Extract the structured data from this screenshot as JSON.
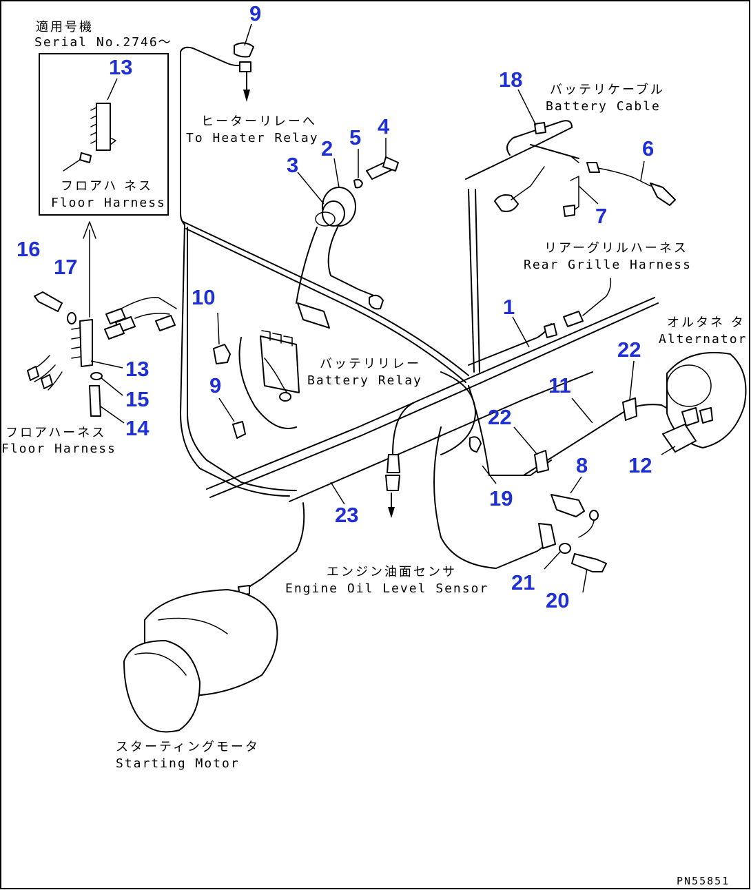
{
  "inset": {
    "serial_jp": "適用号機",
    "serial_en": "Serial No.2746～",
    "callout": "13",
    "label_jp": "フロアハ ネス",
    "label_en": "Floor Harness"
  },
  "labels": {
    "heater_relay_jp": "ヒーターリレーへ",
    "heater_relay_en": "To Heater Relay",
    "battery_cable_jp": "バッテリケーブル",
    "battery_cable_en": "Battery Cable",
    "rear_grille_jp": "リアーグリルハーネス",
    "rear_grille_en": "Rear Grille Harness",
    "alternator_jp": "オルタネ タ",
    "alternator_en": "Alternator",
    "battery_relay_jp": "バッテリリレー",
    "battery_relay_en": "Battery Relay",
    "floor_harness_jp": "フロアハーネス",
    "floor_harness_en": "Floor Harness",
    "oil_sensor_jp": "エンジン油面センサ",
    "oil_sensor_en": "Engine Oil Level Sensor",
    "starting_motor_jp": "スターティングモータ",
    "starting_motor_en": "Starting Motor"
  },
  "callouts": {
    "c1": "1",
    "c2": "2",
    "c3": "3",
    "c4": "4",
    "c5": "5",
    "c6": "6",
    "c7": "7",
    "c8": "8",
    "c9a": "9",
    "c9b": "9",
    "c10": "10",
    "c11": "11",
    "c12": "12",
    "c13": "13",
    "c14": "14",
    "c15": "15",
    "c16": "16",
    "c17": "17",
    "c18": "18",
    "c19": "19",
    "c20": "20",
    "c21": "21",
    "c22a": "22",
    "c22b": "22",
    "c23": "23"
  },
  "drawing_code": "PN55851",
  "colors": {
    "callout": "#1f2fd6",
    "line": "#000000",
    "background": "#ffffff"
  }
}
